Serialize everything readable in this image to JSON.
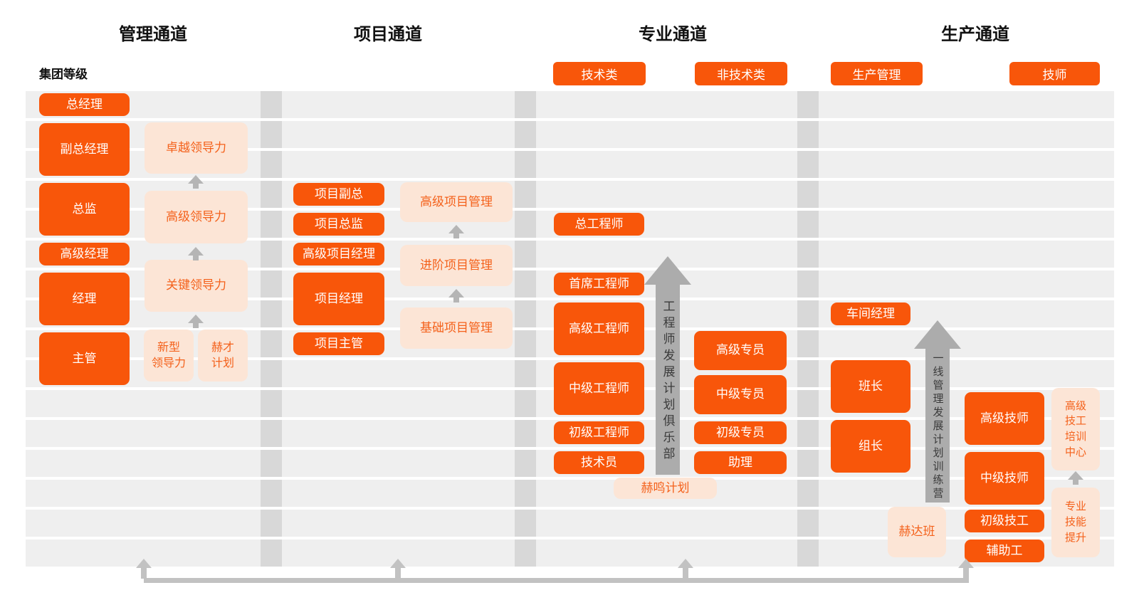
{
  "channels": {
    "management_title": "管理通道",
    "project_title": "项目通道",
    "professional_title": "专业通道",
    "production_title": "生产通道"
  },
  "group_level_label": "集团等级",
  "category_pills": {
    "technical": "技术类",
    "non_technical": "非技术类",
    "production_mgmt": "生产管理",
    "technician": "技师"
  },
  "management": {
    "positions": {
      "gm": "总经理",
      "dgm": "副总经理",
      "director": "总监",
      "senior_manager": "高级经理",
      "manager": "经理",
      "supervisor": "主管"
    },
    "programs": {
      "excellence": "卓越领导力",
      "senior": "高级领导力",
      "key": "关键领导力",
      "emerging": "新型\n领导力",
      "hecai": "赫才\n计划"
    }
  },
  "project": {
    "positions": {
      "vp": "项目副总",
      "director": "项目总监",
      "senior_pm": "高级项目经理",
      "pm": "项目经理",
      "supervisor": "项目主管"
    },
    "programs": {
      "senior": "高级项目管理",
      "advanced": "进阶项目管理",
      "basic": "基础项目管理"
    }
  },
  "professional": {
    "technical_positions": {
      "chief": "总工程师",
      "principal": "首席工程师",
      "senior": "高级工程师",
      "mid": "中级工程师",
      "junior": "初级工程师",
      "technician": "技术员"
    },
    "club_arrow_label": "工程师发展计划俱乐部",
    "non_technical_positions": {
      "senior": "高级专员",
      "mid": "中级专员",
      "junior": "初级专员",
      "assistant": "助理"
    },
    "heming_program": "赫鸣计划"
  },
  "production": {
    "management_positions": {
      "workshop_manager": "车间经理",
      "shift_leader": "班长",
      "group_leader": "组长"
    },
    "camp_arrow_label": "一线管理发展计划训练营",
    "technician_positions": {
      "senior": "高级技师",
      "mid": "中级技师",
      "junior": "初级技工",
      "helper": "辅助工"
    },
    "heda_class": "赫达班",
    "training_center": "高级\n技工\n培训\n中心",
    "skill_up": "专业\n技能\n提升"
  },
  "colors": {
    "accent_orange": "#F8560A",
    "light_peach": "#FCE5D6",
    "peach_text": "#F4611B",
    "row_stripe": "#EFEFEF",
    "column_divider": "#D8D8D8",
    "arrow_gray": "#ACACAC",
    "connector_gray": "#C2C2C2"
  }
}
